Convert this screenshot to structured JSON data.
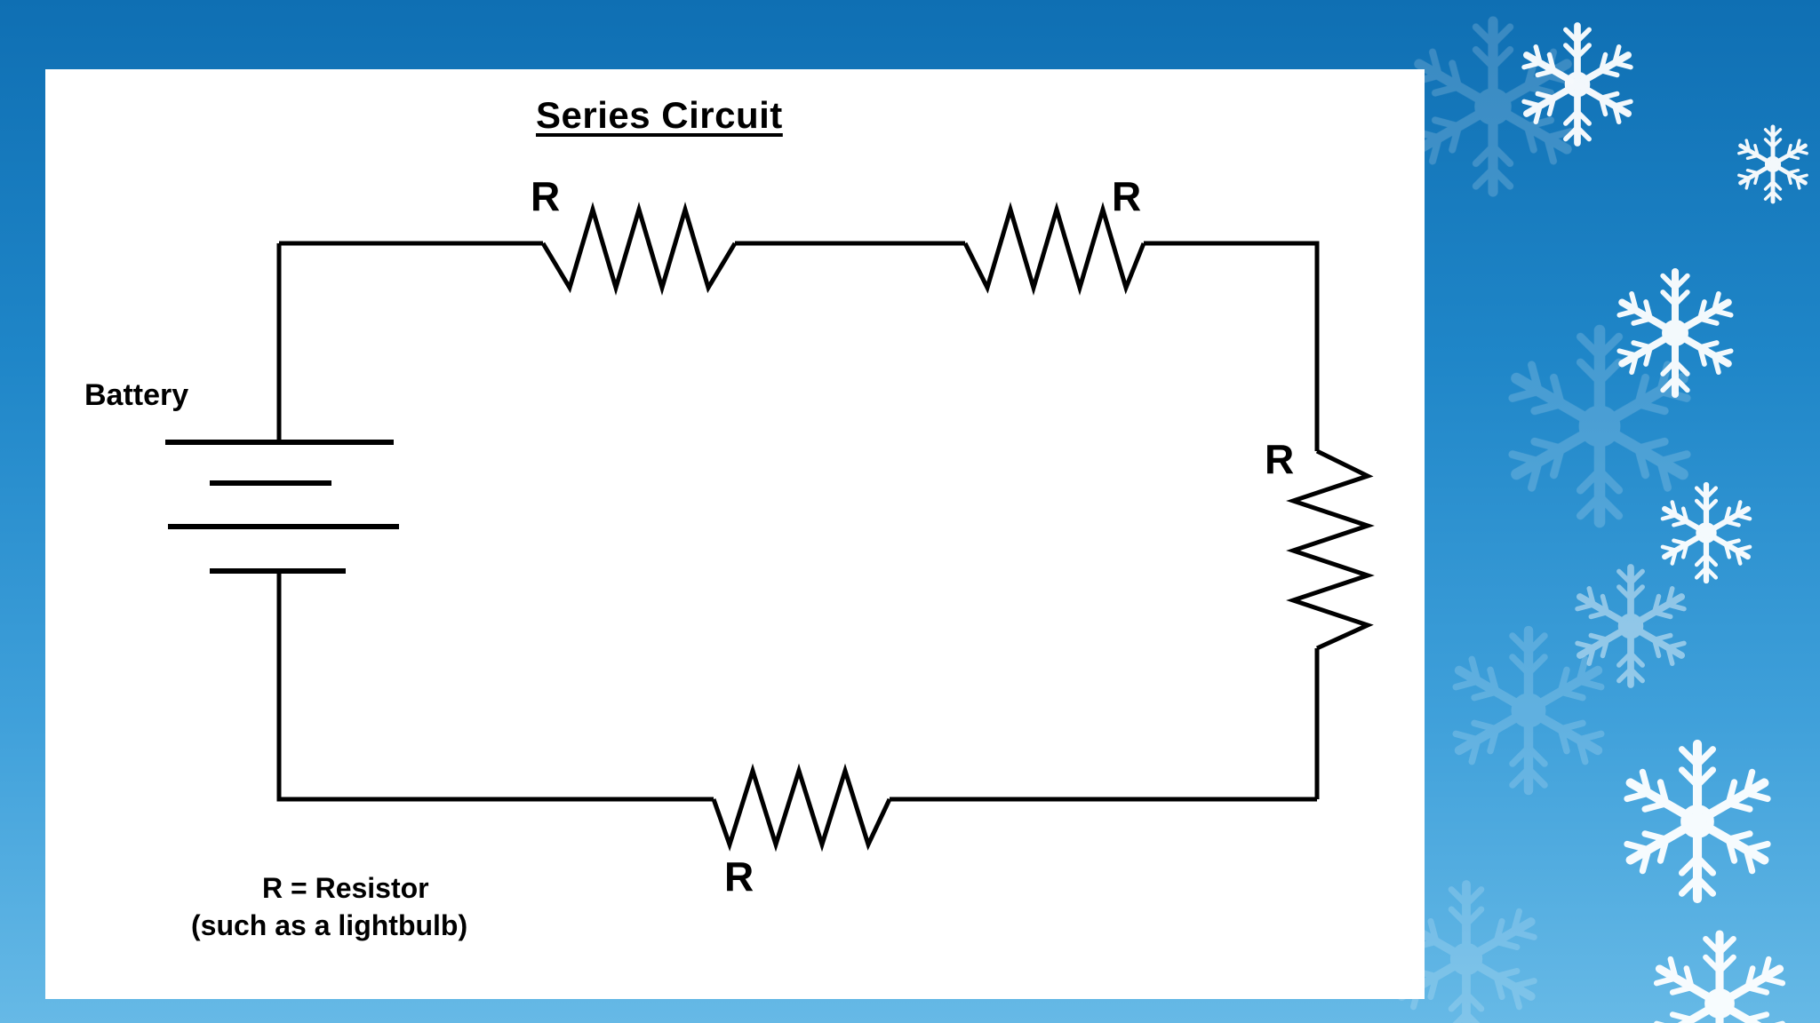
{
  "slide": {
    "background_top": "#0f6fb3",
    "background_bottom": "#66b9e6",
    "snowflake_color": "#ffffff"
  },
  "diagram": {
    "title": "Series Circuit",
    "resistor_label": "R",
    "battery_label": "Battery",
    "legend_line1": "R = Resistor",
    "legend_line2": "(such as a lightbulb)",
    "resistor_count": 4,
    "wire_color": "#000000"
  }
}
